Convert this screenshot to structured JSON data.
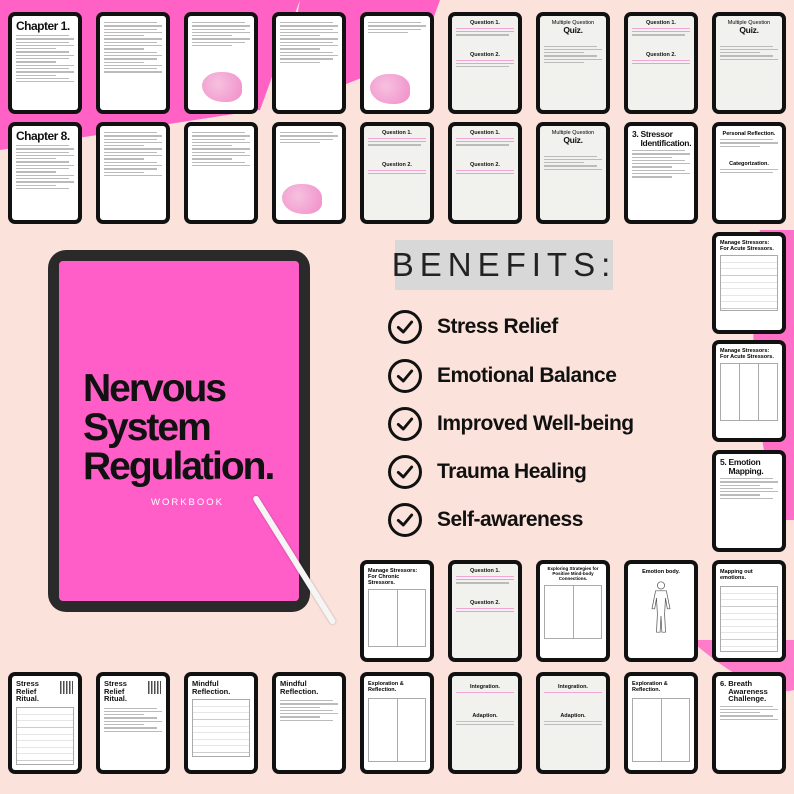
{
  "main": {
    "title_lines": [
      "Nervous",
      "System",
      "Regulation."
    ],
    "subtitle": "WORKBOOK"
  },
  "benefits": {
    "heading": "BENEFITS:",
    "items": [
      "Stress Relief",
      "Emotional Balance",
      "Improved Well-being",
      "Trauma Healing",
      "Self-awareness"
    ]
  },
  "pages": {
    "chapter1": "Chapter 1.",
    "chapter8": "Chapter 8.",
    "question1": "Question 1.",
    "question2": "Question 2.",
    "mcq_line1": "Multiple Question",
    "mcq_line2": "Quiz.",
    "stressor_num": "3.",
    "stressor_title": "Stressor Identification.",
    "personal_reflection": "Personal Reflection.",
    "categorization": "Categorization.",
    "manage_acute_line1": "Manage Stressors:",
    "manage_acute_line2": "For Acute Stressors.",
    "emotion_num": "5.",
    "emotion_title": "Emotion Mapping.",
    "manage_chronic_line1": "Manage Stressors:",
    "manage_chronic_line2": "For Chronic Stressors.",
    "explore_strategies": "Exploring Strategies for Positive Mind-body Connections.",
    "emotion_body": "Emotion body.",
    "mapping_emotions": "Mapping out emotions.",
    "stress_relief_ritual": "Stress Relief Ritual.",
    "mindful_reflection": "Mindful Reflection.",
    "exploration_reflection": "Exploration & Reflection.",
    "integration": "Integration.",
    "adaption": "Adaption.",
    "breath_num": "6.",
    "breath_title": "Breath Awareness Challenge."
  },
  "colors": {
    "accent_pink": "#ff5ec8",
    "background": "#fbe3db",
    "benefits_box": "#d8d8d8"
  }
}
